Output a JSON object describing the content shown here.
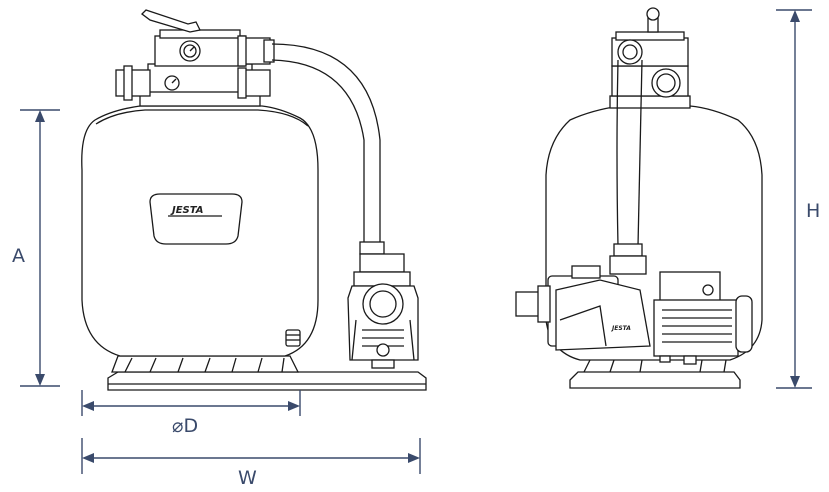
{
  "diagram": {
    "dimension_labels": {
      "a": "A",
      "d": "⌀D",
      "w": "W",
      "h": "H"
    },
    "logo_text": "JESTA",
    "colors": {
      "line": "#1a1a1a",
      "dimension": "#3a4a6b",
      "background": "#ffffff"
    }
  }
}
